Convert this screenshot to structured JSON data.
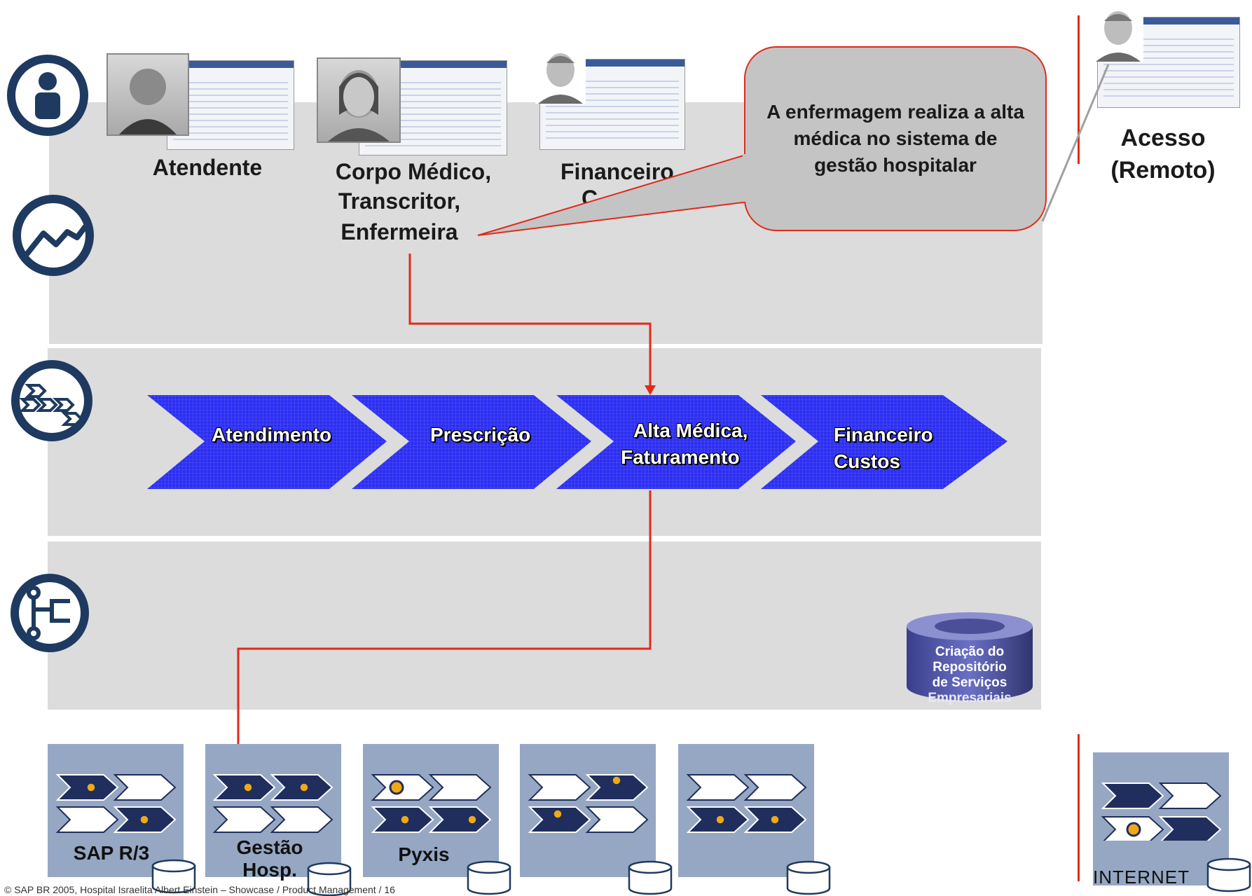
{
  "roles": {
    "atendente": "Atendente",
    "medico_line1": "Corpo Médico,",
    "medico_line2": "Transcritor,",
    "medico_line3": "Enfermeira",
    "financeiro_line1": "Financeiro",
    "financeiro_line2": "C",
    "remote_line1": "Acesso",
    "remote_line2": "(Remoto)"
  },
  "callout": {
    "text": "A enfermagem realiza a alta médica no sistema de  gestão hospitalar"
  },
  "process": {
    "steps": [
      "Atendimento",
      "Prescrição",
      "Alta Médica, Faturamento",
      "Financeiro Custos"
    ],
    "step3_line1": "Alta Médica,",
    "step3_line2": "Faturamento",
    "step4_line1": "Financeiro",
    "step4_line2": "Custos"
  },
  "repository": {
    "line1": "Criação do",
    "line2": "Repositório",
    "line3": "de Serviços",
    "line4": "Empresariais"
  },
  "systems": {
    "sap": "SAP R/3",
    "gestao_line1": "Gestão",
    "gestao_line2": "Hosp.",
    "pyxis": "Pyxis",
    "internet": "INTERNET"
  },
  "footer": "© SAP BR 2005, Hospital Israelita Albert Einstein – Showcase / Product Management / 16",
  "colors": {
    "chevron_blue": "#2d2ff2",
    "band_gray": "#dcdcdc",
    "system_box": "#95a7c3",
    "navy": "#1f2e5c",
    "icon_ring": "#1f3a60",
    "arrow_red": "#e02a1a"
  }
}
